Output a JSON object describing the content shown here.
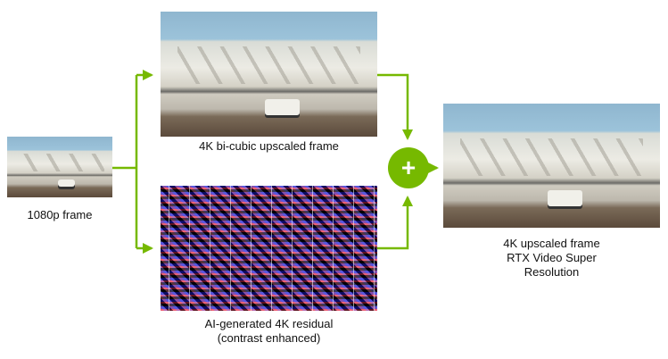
{
  "colors": {
    "accent": "#76b900"
  },
  "input": {
    "label": "1080p frame"
  },
  "bicubic": {
    "label": "4K bi-cubic upscaled frame"
  },
  "residual": {
    "label_line1": "AI-generated 4K residual",
    "label_line2": "(contrast enhanced)"
  },
  "sum": {
    "symbol": "+"
  },
  "output": {
    "label_line1": "4K upscaled frame",
    "label_line2": "RTX Video Super",
    "label_line3": "Resolution"
  }
}
